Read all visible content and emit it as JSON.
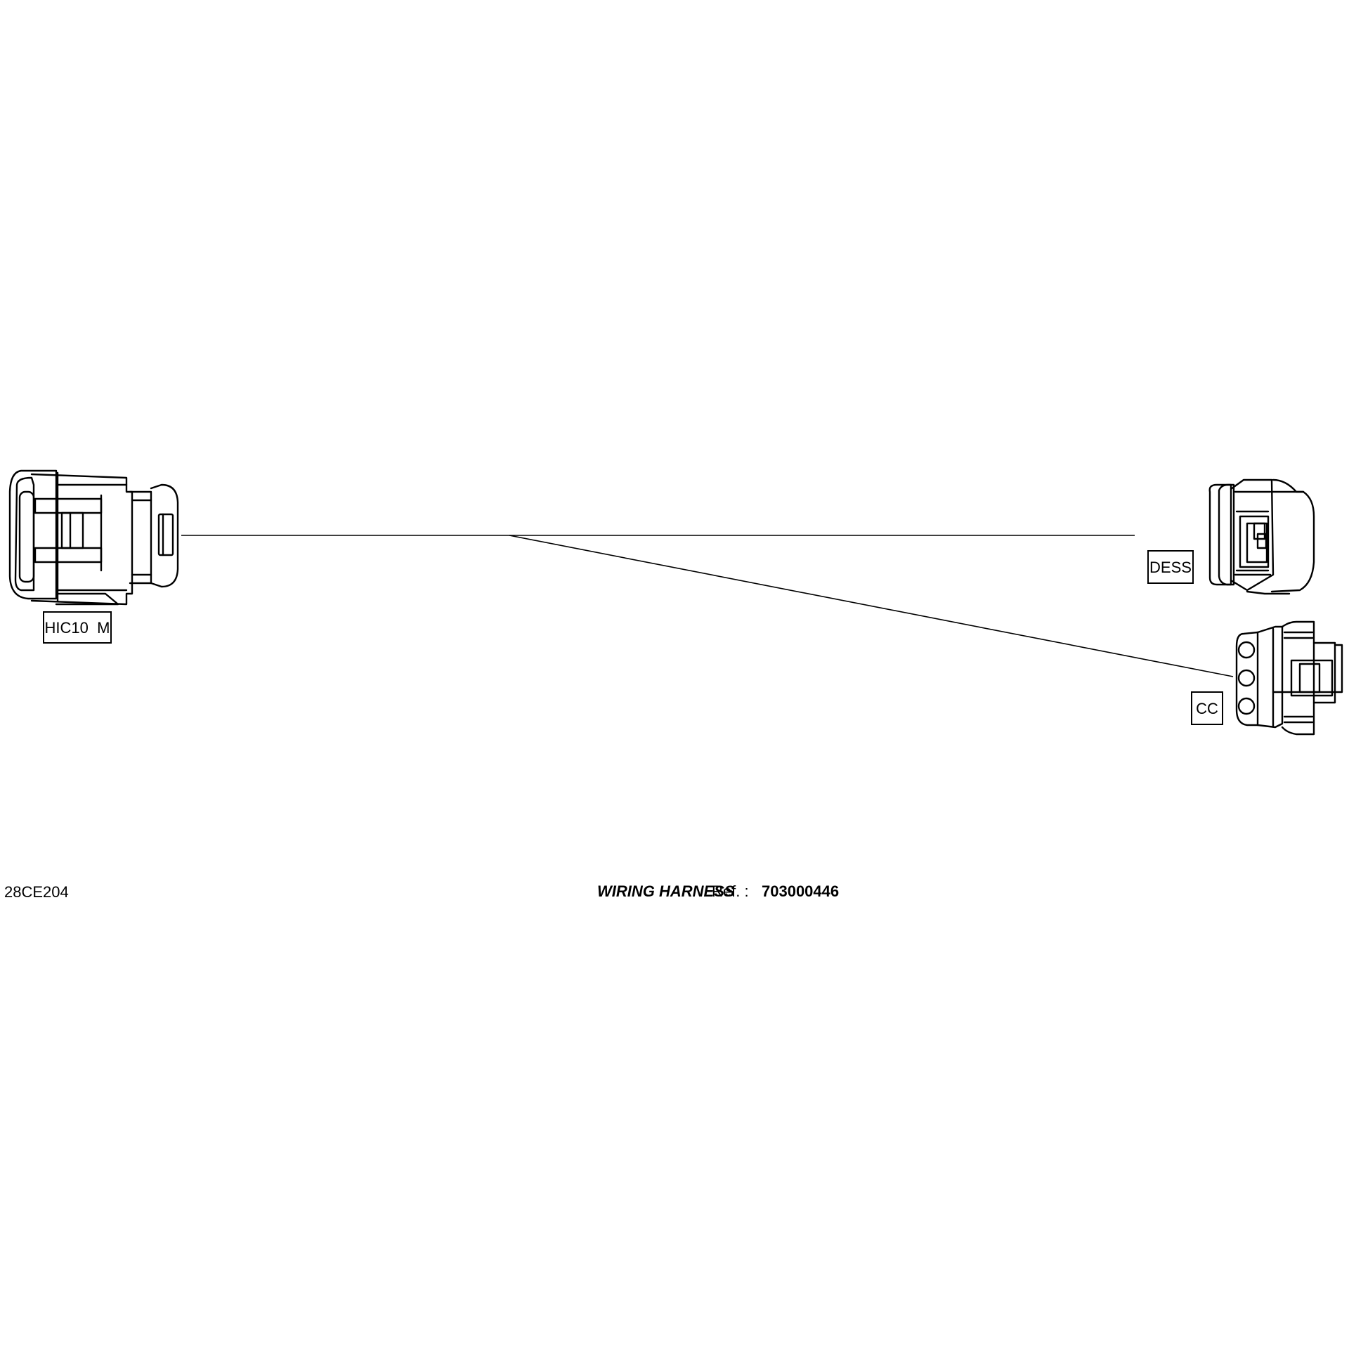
{
  "drawing_id": "28CE204",
  "title": {
    "name": "WIRING HARNESS",
    "ref_label": "Ref. :",
    "ref_number": "703000446"
  },
  "connectors": {
    "hic10": {
      "label": "HIC10  M"
    },
    "dess": {
      "label": "DESS"
    },
    "cc": {
      "label": "CC"
    }
  }
}
